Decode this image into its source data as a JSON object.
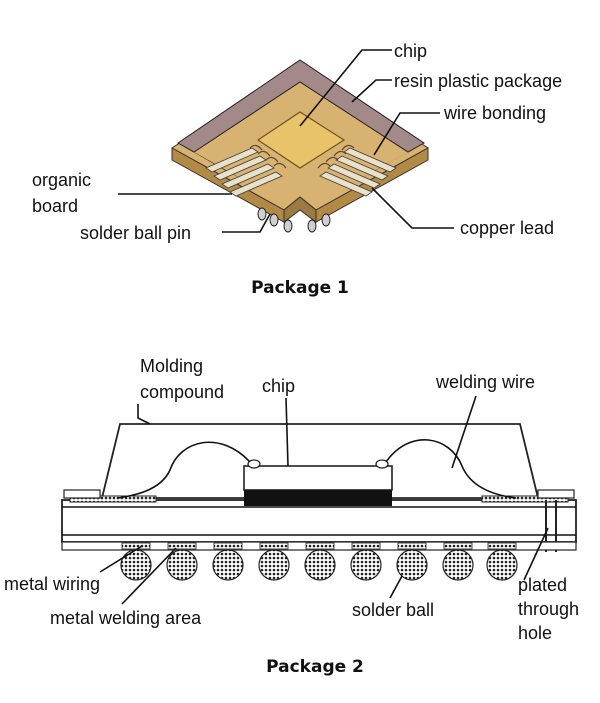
{
  "figure1": {
    "caption": "Package 1",
    "labels": {
      "chip": "chip",
      "resin": "resin plastic package",
      "wire_bonding": "wire bonding",
      "organic": "organic",
      "board": "board",
      "solder_ball_pin": "solder ball pin",
      "copper_lead": "copper lead"
    }
  },
  "figure2": {
    "caption": "Package 2",
    "labels": {
      "molding": "Molding",
      "compound": "compound",
      "chip": "chip",
      "welding_wire": "welding wire",
      "metal_wiring": "metal wiring",
      "metal_welding_area": "metal welding area",
      "solder_ball": "solder ball",
      "plated": "plated",
      "through": "through",
      "hole": "hole"
    }
  },
  "colors": {
    "board": "#d8b270",
    "board_dark": "#b38a45",
    "resin_top": "#a38a88",
    "resin_side": "#2b2b2b",
    "chip": "#e8c36a",
    "copper": "#e9e1c8"
  }
}
